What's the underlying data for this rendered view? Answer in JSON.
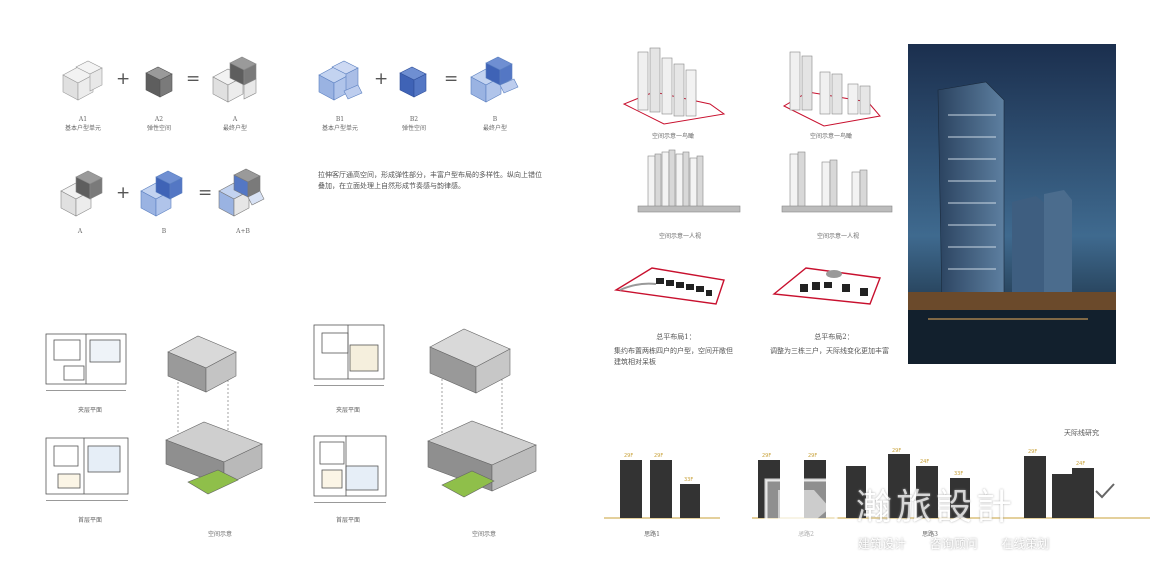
{
  "units": {
    "row1": [
      {
        "id": "A1",
        "caption": "基本户型单元"
      },
      {
        "id": "A2",
        "caption": "弹性空间"
      },
      {
        "id": "A",
        "caption": "最终户型"
      }
    ],
    "row1b": [
      {
        "id": "B1",
        "caption": "基本户型单元"
      },
      {
        "id": "B2",
        "caption": "弹性空间"
      },
      {
        "id": "B",
        "caption": "最终户型"
      }
    ],
    "row2": [
      {
        "id": "A",
        "caption": ""
      },
      {
        "id": "B",
        "caption": ""
      },
      {
        "id": "A+B",
        "caption": ""
      }
    ],
    "operators": {
      "plus": "+",
      "equals": "="
    }
  },
  "description": "拉伸客厅通高空间，形成弹性部分，丰富户型布局的多样性。纵向上错位叠加，在立面处理上自然形成节奏感与韵律感。",
  "plans": {
    "left": {
      "upper": "夹层平面",
      "lower": "首层平面",
      "axon": "空间示意"
    },
    "right": {
      "upper": "夹层平面",
      "lower": "首层平面",
      "axon": "空间示意"
    }
  },
  "massing": {
    "birdseye1": "空间示意一鸟瞰",
    "birdseye2": "空间示意一鸟瞰",
    "street1": "空间示意一人视",
    "street2": "空间示意一人视",
    "site1_title": "总平布局1：",
    "site1_text": "集约布置两栋四户的户型，空间开敞但建筑相对呆板",
    "site2_title": "总平布局2：",
    "site2_text": "调整为三栋三户，天际线变化更加丰富"
  },
  "skyline": {
    "title": "天际线研究",
    "scheme1": "思路1",
    "scheme2": "思路2",
    "scheme3": "思路3",
    "labels": [
      "29F",
      "29F",
      "33F",
      "29F",
      "29F",
      "29F",
      "24F",
      "33F",
      "29F",
      "24F"
    ]
  },
  "watermark": {
    "brand": "瀚旅設計",
    "tags": [
      "建筑设计",
      "咨询顾问",
      "在线策划"
    ]
  },
  "colors": {
    "blue": "#7f9fd6",
    "gray": "#888888",
    "line": "#c9a23a",
    "red": "#c8102e"
  }
}
